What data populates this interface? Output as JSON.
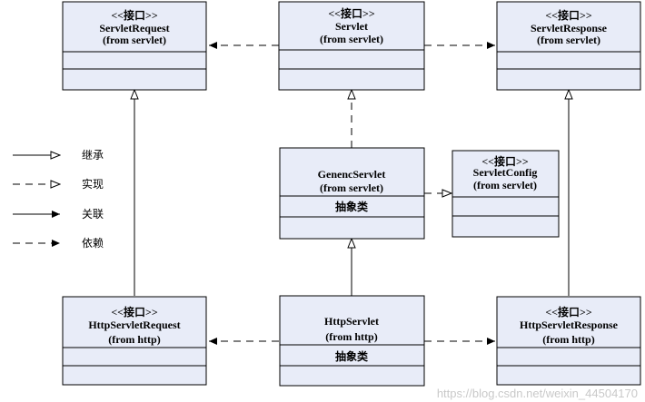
{
  "boxes": {
    "servlet_request": {
      "stereotype": "<<接口>>",
      "name": "ServletRequest",
      "package": "(from servlet)"
    },
    "servlet": {
      "stereotype": "<<接口>>",
      "name": "Servlet",
      "package": "(from servlet)"
    },
    "servlet_response": {
      "stereotype": "<<接口>>",
      "name": "ServletResponse",
      "package": "(from servlet)"
    },
    "generic_servlet": {
      "name": "GenencServlet",
      "package": "(from servlet)",
      "note": "抽象类"
    },
    "servlet_config": {
      "stereotype": "<<接口>>",
      "name": "ServletConfig",
      "package": "(from servlet)"
    },
    "http_servlet_request": {
      "stereotype": "<<接口>>",
      "name": "HttpServletRequest",
      "package": "(from http)"
    },
    "http_servlet": {
      "name": "HttpServlet",
      "package": "(from http)",
      "note": "抽象类"
    },
    "http_servlet_response": {
      "stereotype": "<<接口>>",
      "name": "HttpServletResponse",
      "package": "(from http)"
    }
  },
  "legend": {
    "inheritance": "继承",
    "realization": "实现",
    "association": "关联",
    "dependency": "依赖"
  },
  "watermark": "https://blog.csdn.net/weixin_44504170"
}
